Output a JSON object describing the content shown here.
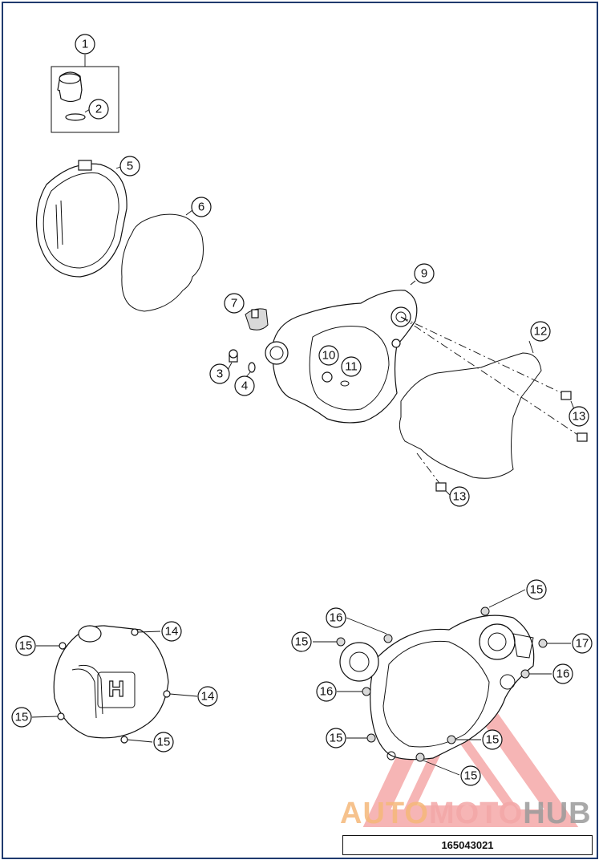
{
  "diagram_id": "165043021",
  "watermark": {
    "text_a": "AUTO",
    "text_b": "MOTO",
    "text_c": "HUB",
    "color_a": "#f5b87a",
    "color_b": "#f3a7a7",
    "color_c": "#9b9b9b",
    "triangle_color": "#f07a7a"
  },
  "callouts": [
    "1",
    "2",
    "3",
    "4",
    "5",
    "6",
    "7",
    "9",
    "10",
    "11",
    "12",
    "13",
    "14",
    "15",
    "16",
    "17"
  ],
  "brand_mark": "H"
}
